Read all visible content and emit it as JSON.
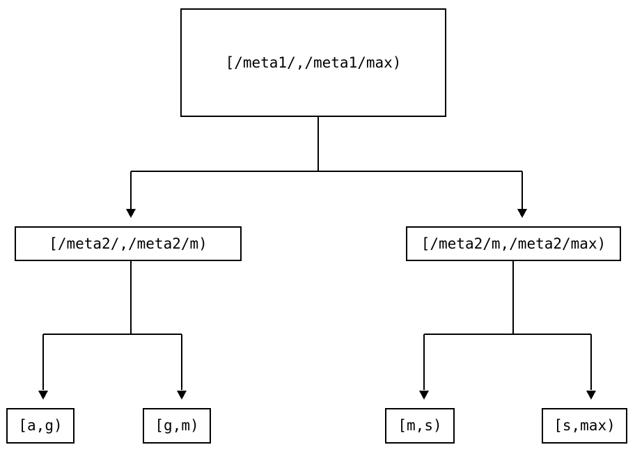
{
  "diagram": {
    "type": "tree",
    "title": "",
    "line_color": "#000000",
    "box_fill": "#ffffff",
    "background": "#ffffff",
    "arrow_style": "solid-triangle-down",
    "nodes": {
      "root": {
        "label": "[/meta1/,/meta1/max)"
      },
      "level2": [
        {
          "label": "[/meta2/,/meta2/m)"
        },
        {
          "label": "[/meta2/m,/meta2/max)"
        }
      ],
      "leaves": [
        {
          "label": "[a,g)"
        },
        {
          "label": "[g,m)"
        },
        {
          "label": "[m,s)"
        },
        {
          "label": "[s,max)"
        }
      ]
    }
  }
}
